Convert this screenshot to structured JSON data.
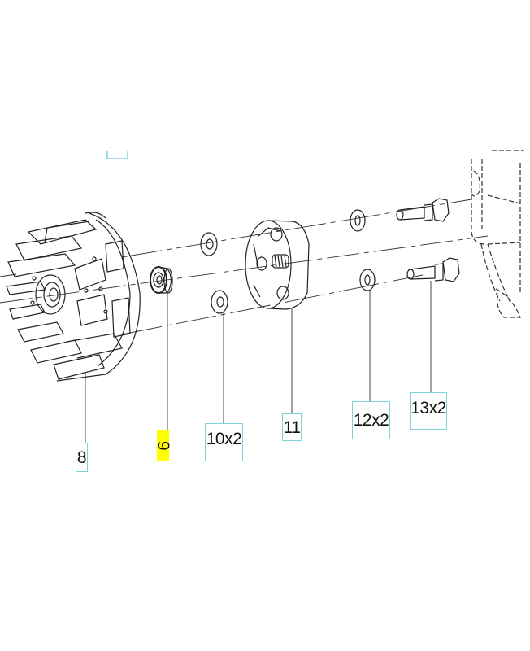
{
  "diagram": {
    "type": "exploded-parts-view",
    "accent_color": "#7fd3dc",
    "highlight_color": "#ffff00",
    "callouts": [
      {
        "id": "8",
        "label": "8",
        "part": "flywheel",
        "highlighted": false
      },
      {
        "id": "9",
        "label": "9",
        "part": "bearing",
        "highlighted": true
      },
      {
        "id": "10",
        "label": "10x2",
        "part": "washer",
        "highlighted": false
      },
      {
        "id": "11",
        "label": "11",
        "part": "clutch",
        "highlighted": false
      },
      {
        "id": "12",
        "label": "12x2",
        "part": "washer",
        "highlighted": false
      },
      {
        "id": "13",
        "label": "13x2",
        "part": "shoulder-bolt",
        "highlighted": false
      }
    ]
  }
}
